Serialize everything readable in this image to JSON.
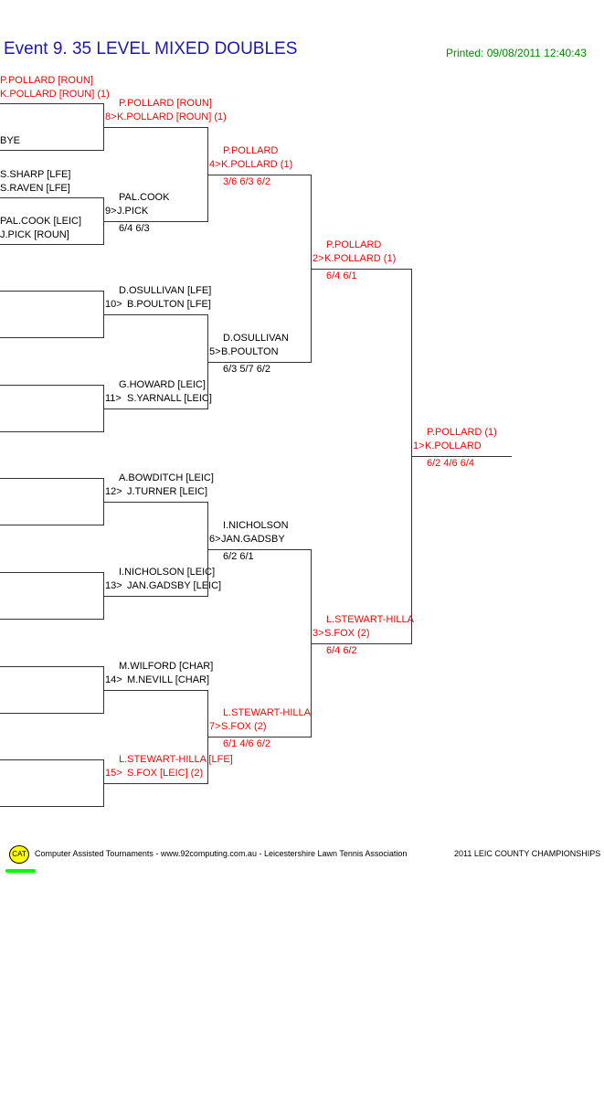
{
  "header": {
    "title": "Event 9. 35 LEVEL MIXED DOUBLES",
    "printed": "Printed: 09/08/2011 12:40:43"
  },
  "colors": {
    "winner": "#ff0000",
    "title": "#1a1aa6",
    "printed": "#008800"
  },
  "round1": [
    {
      "lines": [
        "P.POLLARD [ROUN]",
        "K.POLLARD [ROUN] (1)"
      ],
      "red": true
    },
    {
      "lines": [
        "BYE"
      ],
      "red": false
    },
    {
      "lines": [
        "S.SHARP [LFE]",
        "S.RAVEN [LFE]"
      ],
      "red": false
    },
    {
      "lines": [
        "PAL.COOK [LEIC]",
        "J.PICK [ROUN]"
      ],
      "red": false
    },
    {
      "lines": [],
      "red": false
    },
    {
      "lines": [],
      "red": false
    },
    {
      "lines": [],
      "red": false
    },
    {
      "lines": [],
      "red": false
    },
    {
      "lines": [],
      "red": false
    },
    {
      "lines": [],
      "red": false
    },
    {
      "lines": [],
      "red": false
    },
    {
      "lines": [],
      "red": false
    },
    {
      "lines": [],
      "red": false
    },
    {
      "lines": [],
      "red": false
    },
    {
      "lines": [],
      "red": false
    },
    {
      "lines": [],
      "red": false
    }
  ],
  "round2": [
    {
      "p1": "P.POLLARD [ROUN]",
      "seed": "8>",
      "p2": "K.POLLARD [ROUN] (1)",
      "score": "",
      "red": true
    },
    {
      "p1": "PAL.COOK",
      "seed": "9>",
      "p2": "J.PICK",
      "score": "6/4 6/3",
      "red": false
    },
    {
      "p1": "D.OSULLIVAN [LFE]",
      "seed": "10>",
      "p2": "B.POULTON [LFE]",
      "score": "",
      "red": false
    },
    {
      "p1": "G.HOWARD [LEIC]",
      "seed": "11>",
      "p2": "S.YARNALL [LEIC]",
      "score": "",
      "red": false
    },
    {
      "p1": "A.BOWDITCH [LEIC]",
      "seed": "12>",
      "p2": "J.TURNER [LEIC]",
      "score": "",
      "red": false
    },
    {
      "p1": "I.NICHOLSON [LEIC]",
      "seed": "13>",
      "p2": "JAN.GADSBY [LEIC]",
      "score": "",
      "red": false
    },
    {
      "p1": "M.WILFORD [CHAR]",
      "seed": "14>",
      "p2": "M.NEVILL [CHAR]",
      "score": "",
      "red": false
    },
    {
      "p1": "L.STEWART-HILLA [LFE]",
      "seed": "15>",
      "p2": "S.FOX [LEIC] (2)",
      "score": "",
      "red": true
    }
  ],
  "round3": [
    {
      "p1": "P.POLLARD",
      "seed": "4>",
      "p2": "K.POLLARD (1)",
      "score": "3/6 6/3 6/2",
      "red": true
    },
    {
      "p1": "D.OSULLIVAN",
      "seed": "5>",
      "p2": "B.POULTON",
      "score": "6/3 5/7 6/2",
      "red": false
    },
    {
      "p1": "I.NICHOLSON",
      "seed": "6>",
      "p2": "JAN.GADSBY",
      "score": "6/2 6/1",
      "red": false
    },
    {
      "p1": "L.STEWART-HILLA",
      "seed": "7>",
      "p2": "S.FOX (2)",
      "score": "6/1 4/6 6/2",
      "red": true
    }
  ],
  "round4": [
    {
      "p1": "P.POLLARD",
      "seed": "2>",
      "p2": "K.POLLARD (1)",
      "score": "6/4 6/1",
      "red": true
    },
    {
      "p1": "L.STEWART-HILLA",
      "seed": "3>",
      "p2": "S.FOX (2)",
      "score": "6/4 6/2",
      "red": true
    }
  ],
  "round5": [
    {
      "p1": "P.POLLARD (1)",
      "seed": "1>",
      "p2": "K.POLLARD",
      "score": "6/2 4/6 6/4",
      "red": true
    }
  ],
  "footer": {
    "logo": "CAT",
    "text": "Computer Assisted Tournaments - www.92computing.com.au -  Leicestershire Lawn Tennis Association",
    "event": "2011 LEIC COUNTY CHAMPIONSHIPS"
  }
}
